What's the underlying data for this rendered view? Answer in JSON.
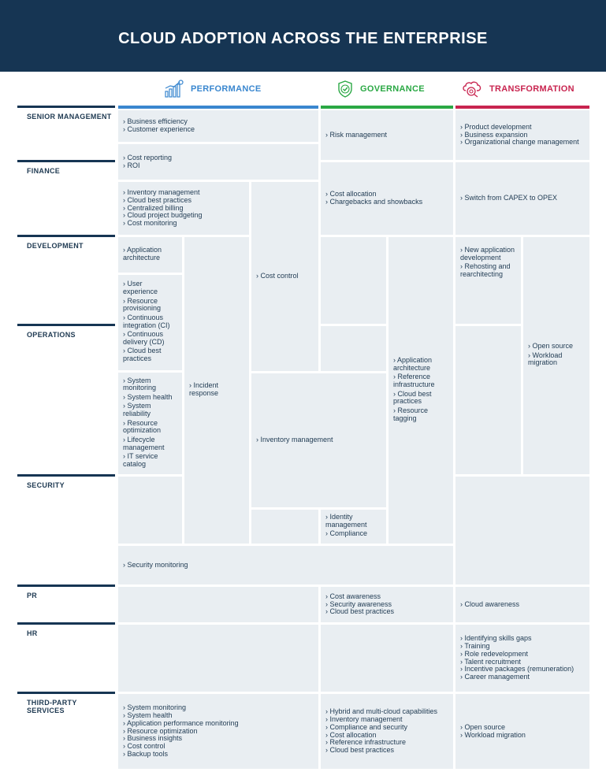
{
  "title": "CLOUD ADOPTION ACROSS THE ENTERPRISE",
  "bullet": "›",
  "colors": {
    "banner": "#163553",
    "performance": "#3a87cf",
    "governance": "#2aa844",
    "transformation": "#c8244f",
    "cell": "#e9eef2"
  },
  "columns": {
    "performance": {
      "label": "PERFORMANCE",
      "icon": "bar-chart-growth-icon"
    },
    "governance": {
      "label": "GOVERNANCE",
      "icon": "shield-check-icon"
    },
    "transformation": {
      "label": "TRANSFORMATION",
      "icon": "brain-gear-icon"
    }
  },
  "rows": {
    "senior_management": "SENIOR MANAGEMENT",
    "finance": "FINANCE",
    "development": "DEVELOPMENT",
    "operations": "OPERATIONS",
    "security": "SECURITY",
    "pr": "PR",
    "hr": "HR",
    "third_party": "THIRD-PARTY SERVICES"
  },
  "cells": {
    "perf_senior": [
      "Business efficiency",
      "Customer experience"
    ],
    "gov_risk": [
      "Risk management"
    ],
    "trans_senior": [
      "Product development",
      "Business expansion",
      "Organizational change management"
    ],
    "perf_cost_reporting": [
      "Cost reporting",
      "ROI"
    ],
    "perf_finance": [
      "Inventory management",
      "Cloud best practices",
      "Centralized billing",
      "Cloud project budgeting",
      "Cost monitoring"
    ],
    "perf_cost_control": [
      "Cost control"
    ],
    "gov_finance": [
      "Cost allocation",
      "Chargebacks and showbacks"
    ],
    "trans_finance": [
      "Switch from CAPEX to OPEX"
    ],
    "perf_dev_app": [
      "Application architecture"
    ],
    "perf_dev_user": [
      "User experience",
      "Resource provisioning",
      "Continuous integration (CI)",
      "Continuous delivery (CD)",
      "Cloud best practices"
    ],
    "perf_ops_system": [
      "System monitoring",
      "System health",
      "System reliability",
      "Resource optimization",
      "Lifecycle management",
      "IT service catalog"
    ],
    "perf_incident": [
      "Incident response"
    ],
    "perf_inventory": [
      "Inventory management"
    ],
    "gov_app_ref": [
      "Application architecture",
      "Reference infrastructure",
      "Cloud best practices",
      "Resource tagging"
    ],
    "gov_identity": [
      "Identity management",
      "Compliance"
    ],
    "trans_dev": [
      "New application development",
      "Rehosting and rearchitecting"
    ],
    "trans_open_source": [
      "Open source",
      "Workload migration"
    ],
    "perf_security": [
      "Security monitoring"
    ],
    "gov_pr": [
      "Cost awareness",
      "Security awareness",
      "Cloud best practices"
    ],
    "trans_pr": [
      "Cloud awareness"
    ],
    "trans_hr": [
      "Identifying skills gaps",
      "Training",
      "Role redevelopment",
      "Talent recruitment",
      "Incentive packages (remuneration)",
      "Career management"
    ],
    "perf_third": [
      "System monitoring",
      "System health",
      "Application performance monitoring",
      "Resource optimization",
      "Business insights",
      "Cost control",
      "Backup tools"
    ],
    "gov_third": [
      "Hybrid and multi-cloud capabilities",
      "Inventory management",
      "Compliance and security",
      "Cost allocation",
      "Reference infrastructure",
      "Cloud best practices"
    ],
    "trans_third": [
      "Open source",
      "Workload migration"
    ]
  }
}
